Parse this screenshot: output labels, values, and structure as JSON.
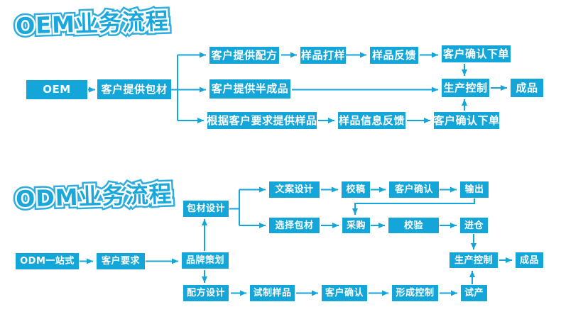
{
  "colors": {
    "accent": "#14a5d9",
    "node_text": "#ffffff",
    "title_fill": "#1aa8dc",
    "title_outer_stroke": "#2fadde",
    "title_inner_stroke": "#ffffff",
    "background": "#ffffff"
  },
  "oem": {
    "title": "OEM业务流程",
    "nodes": {
      "start": "OEM",
      "provide_packaging": "客户提供包材",
      "provide_formula": "客户提供配方",
      "sample_proofing": "样品打样",
      "sample_feedback": "样品反馈",
      "confirm_order_top": "客户确认下单",
      "provide_semifinished": "客户提供半成品",
      "production_control": "生产控制",
      "finished_product": "成品",
      "provide_samples_per_request": "根据客户要求提供样品",
      "sample_info_feedback": "样品信息反馈",
      "confirm_order_bottom": "客户确认下单"
    }
  },
  "odm": {
    "title": "ODM业务流程",
    "nodes": {
      "start": "ODM一站式",
      "customer_requirements": "客户要求",
      "brand_planning": "品牌策划",
      "packaging_design": "包材设计",
      "copy_design": "文案设计",
      "proofreading": "校稿",
      "customer_confirm_top": "客户确认",
      "output": "输出",
      "select_packaging": "选择包材",
      "purchasing": "采购",
      "verification": "校验",
      "warehouse_in": "进仓",
      "formula_design": "配方设计",
      "trial_sample": "试制样品",
      "customer_confirm_bottom": "客户确认",
      "formation_control": "形成控制",
      "trial_production": "试产",
      "production_control": "生产控制",
      "finished_product": "成品"
    }
  }
}
